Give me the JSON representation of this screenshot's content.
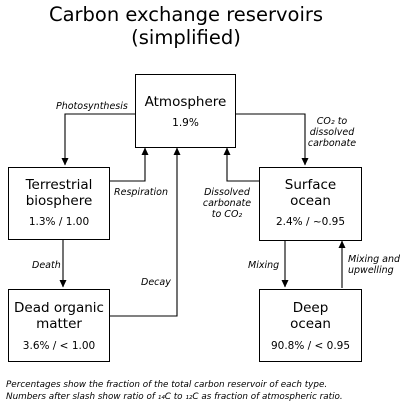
{
  "title": {
    "line1": "Carbon exchange reservoirs",
    "line2": "(simplified)"
  },
  "reservoirs": {
    "atmosphere": {
      "name": "Atmosphere",
      "value": "1.9%"
    },
    "terrestrial": {
      "name1": "Terrestrial",
      "name2": "biosphere",
      "value": "1.3% / 1.00"
    },
    "surface": {
      "name1": "Surface",
      "name2": "ocean",
      "value": "2.4% / ~0.95"
    },
    "dead": {
      "name1": "Dead organic",
      "name2": "matter",
      "value": "3.6% / < 1.00"
    },
    "deep": {
      "name1": "Deep",
      "name2": "ocean",
      "value": "90.8% / < 0.95"
    }
  },
  "flows": {
    "photosynthesis": "Photosynthesis",
    "respiration": "Respiration",
    "co2_to_carbonate": {
      "l1": "CO₂ to",
      "l2": "dissolved",
      "l3": "carbonate"
    },
    "carbonate_to_co2": {
      "l1": "Dissolved",
      "l2": "carbonate",
      "l3": "to CO₂"
    },
    "death": "Death",
    "decay": "Decay",
    "mixing": "Mixing",
    "mixing_upwelling": {
      "l1": "Mixing and",
      "l2": "upwelling"
    }
  },
  "footnote": {
    "line1": "Percentages show the fraction of the total carbon reservoir of each type.",
    "line2": "Numbers after slash show ratio of ₁₄C to ₁₂C as fraction of atmospheric ratio."
  }
}
